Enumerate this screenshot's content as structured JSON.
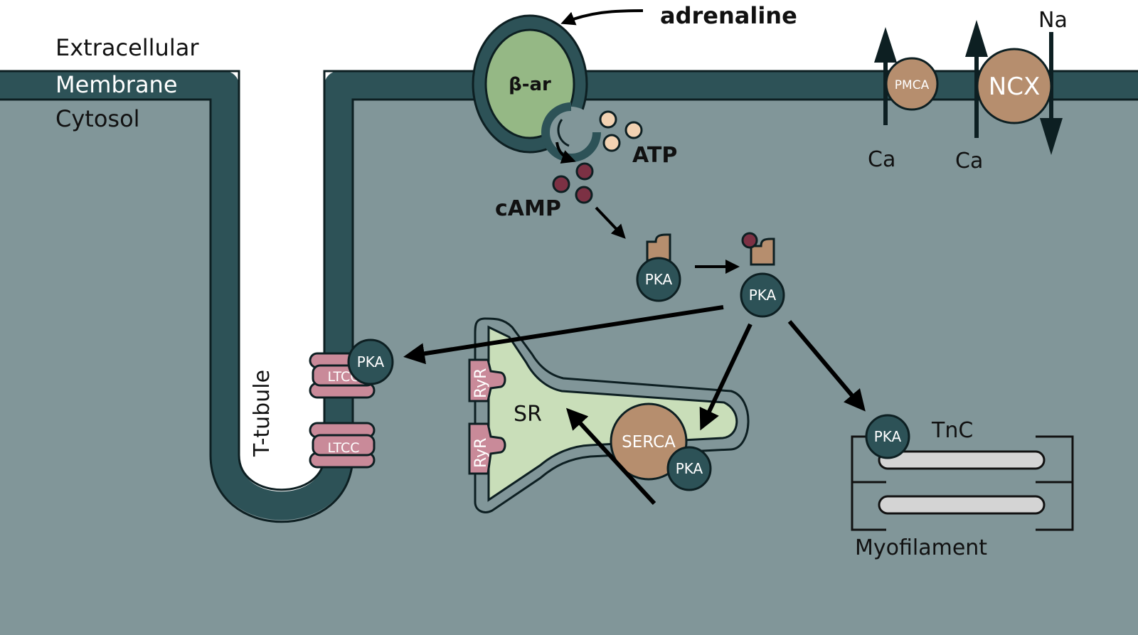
{
  "labels": {
    "extracellular": "Extracellular",
    "membrane": "Membrane",
    "cytosol": "Cytosol",
    "t_tubule": "T-tubule",
    "adrenaline": "adrenaline",
    "beta_ar": "β-ar",
    "atp": "ATP",
    "camp": "cAMP",
    "pmca": "PMCA",
    "ncx": "NCX",
    "ca_pmca": "Ca",
    "ca_ncx": "Ca",
    "na": "Na",
    "pka": "PKA",
    "ltcc": "LTCC",
    "ryr": "RyR",
    "sr": "SR",
    "serca": "SERCA",
    "tnc": "TnC",
    "myofilament": "Myofilament"
  },
  "colors": {
    "membrane": "#2d5257",
    "cytosol": "#819699",
    "extracellular": "#ffffff",
    "receptor": "#95b885",
    "sr_fill": "#c9deb9",
    "tan": "#b68e6e",
    "pka": "#2d5257",
    "ltcc": "#c98a99",
    "camp": "#7c3144",
    "atp": "#f2d2b2",
    "filament": "#d4d4d4"
  }
}
